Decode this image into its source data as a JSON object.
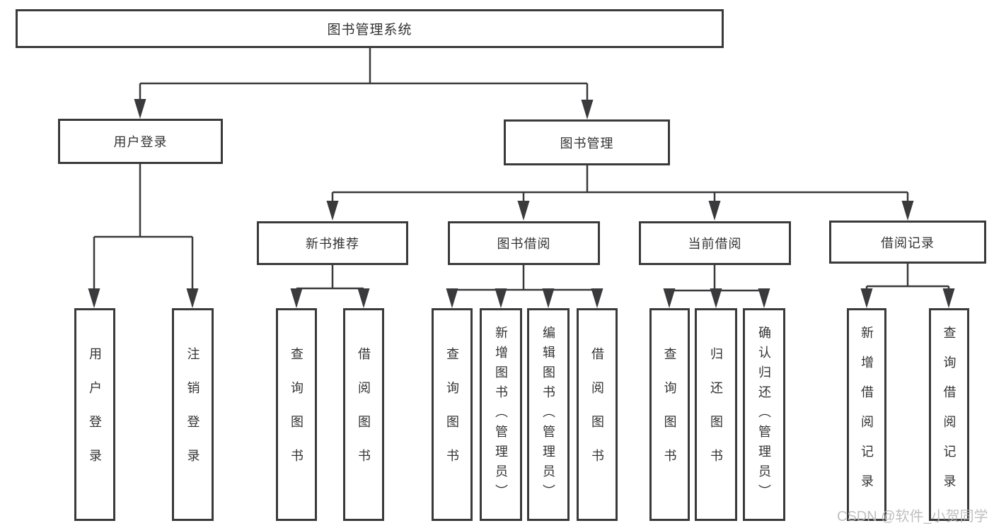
{
  "diagram": {
    "title": "图书管理系统",
    "type": "hierarchy-tree"
  },
  "tree": {
    "root": {
      "label": "图书管理系统",
      "children": [
        {
          "label": "用户登录",
          "children": [
            {
              "label": "用户登录"
            },
            {
              "label": "注销登录"
            }
          ]
        },
        {
          "label": "图书管理",
          "children": [
            {
              "label": "新书推荐",
              "children": [
                {
                  "label": "查询图书"
                },
                {
                  "label": "借阅图书"
                }
              ]
            },
            {
              "label": "图书借阅",
              "children": [
                {
                  "label": "查询图书"
                },
                {
                  "label": "新增图书（管理员）"
                },
                {
                  "label": "编辑图书（管理员）"
                },
                {
                  "label": "借阅图书"
                }
              ]
            },
            {
              "label": "当前借阅",
              "children": [
                {
                  "label": "查询图书"
                },
                {
                  "label": "归还图书"
                },
                {
                  "label": "确认归还（管理员）"
                }
              ]
            },
            {
              "label": "借阅记录",
              "children": [
                {
                  "label": "新增借阅记录"
                },
                {
                  "label": "查询借阅记录"
                }
              ]
            }
          ]
        }
      ]
    }
  },
  "watermark": {
    "text": "CSDN @软件_小贺同学"
  },
  "colors": {
    "line": "#3a3a3c",
    "border": "#3a3a3c",
    "text": "#333333",
    "background": "#ffffff",
    "watermark": "#b9b9b9"
  }
}
